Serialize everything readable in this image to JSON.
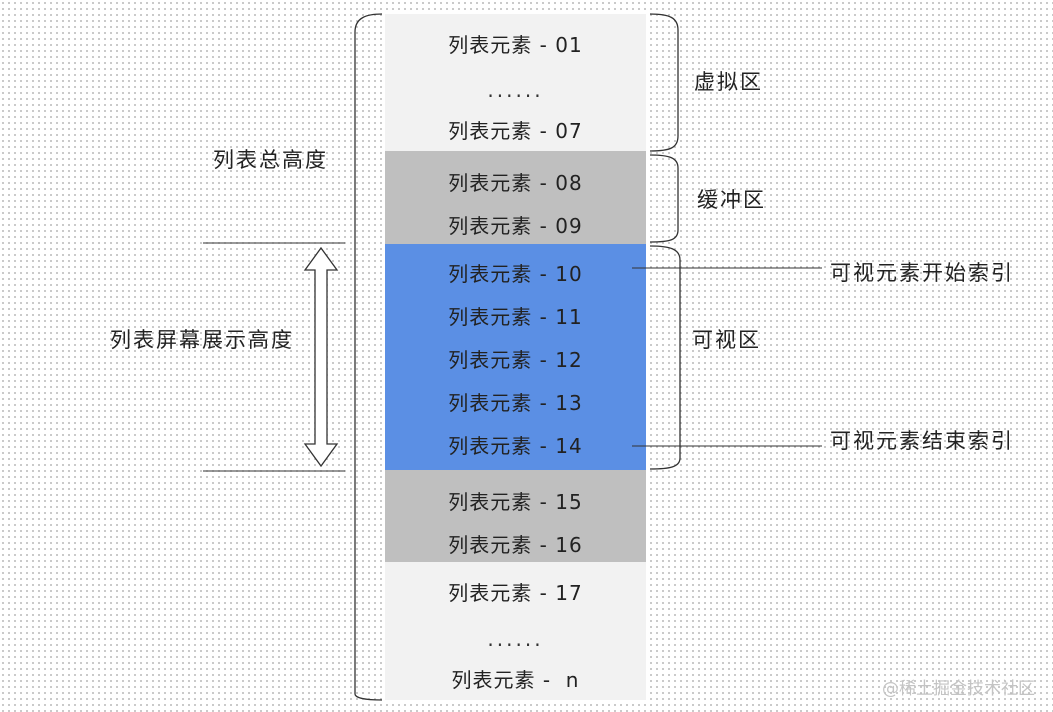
{
  "list_items": {
    "i01": "列表元素 - 01",
    "dots_top": "......",
    "i07": "列表元素 - 07",
    "i08": "列表元素 - 08",
    "i09": "列表元素 - 09",
    "i10": "列表元素 - 10",
    "i11": "列表元素 - 11",
    "i12": "列表元素 - 12",
    "i13": "列表元素 - 13",
    "i14": "列表元素 - 14",
    "i15": "列表元素 - 15",
    "i16": "列表元素 - 16",
    "i17": "列表元素 - 17",
    "dots_bottom": "......",
    "in": "列表元素 -  n"
  },
  "zones": {
    "virtual": "虚拟区",
    "buffer": "缓冲区",
    "visible": "可视区"
  },
  "labels": {
    "total_height": "列表总高度",
    "screen_height": "列表屏幕展示高度",
    "start_index": "可视元素开始索引",
    "end_index": "可视元素结束索引"
  },
  "colors": {
    "virtual_zone": "#f2f2f2",
    "buffer_zone": "#bfbfbf",
    "visible_zone": "#5b8fe4"
  },
  "watermark": "@稀土掘金技术社区"
}
